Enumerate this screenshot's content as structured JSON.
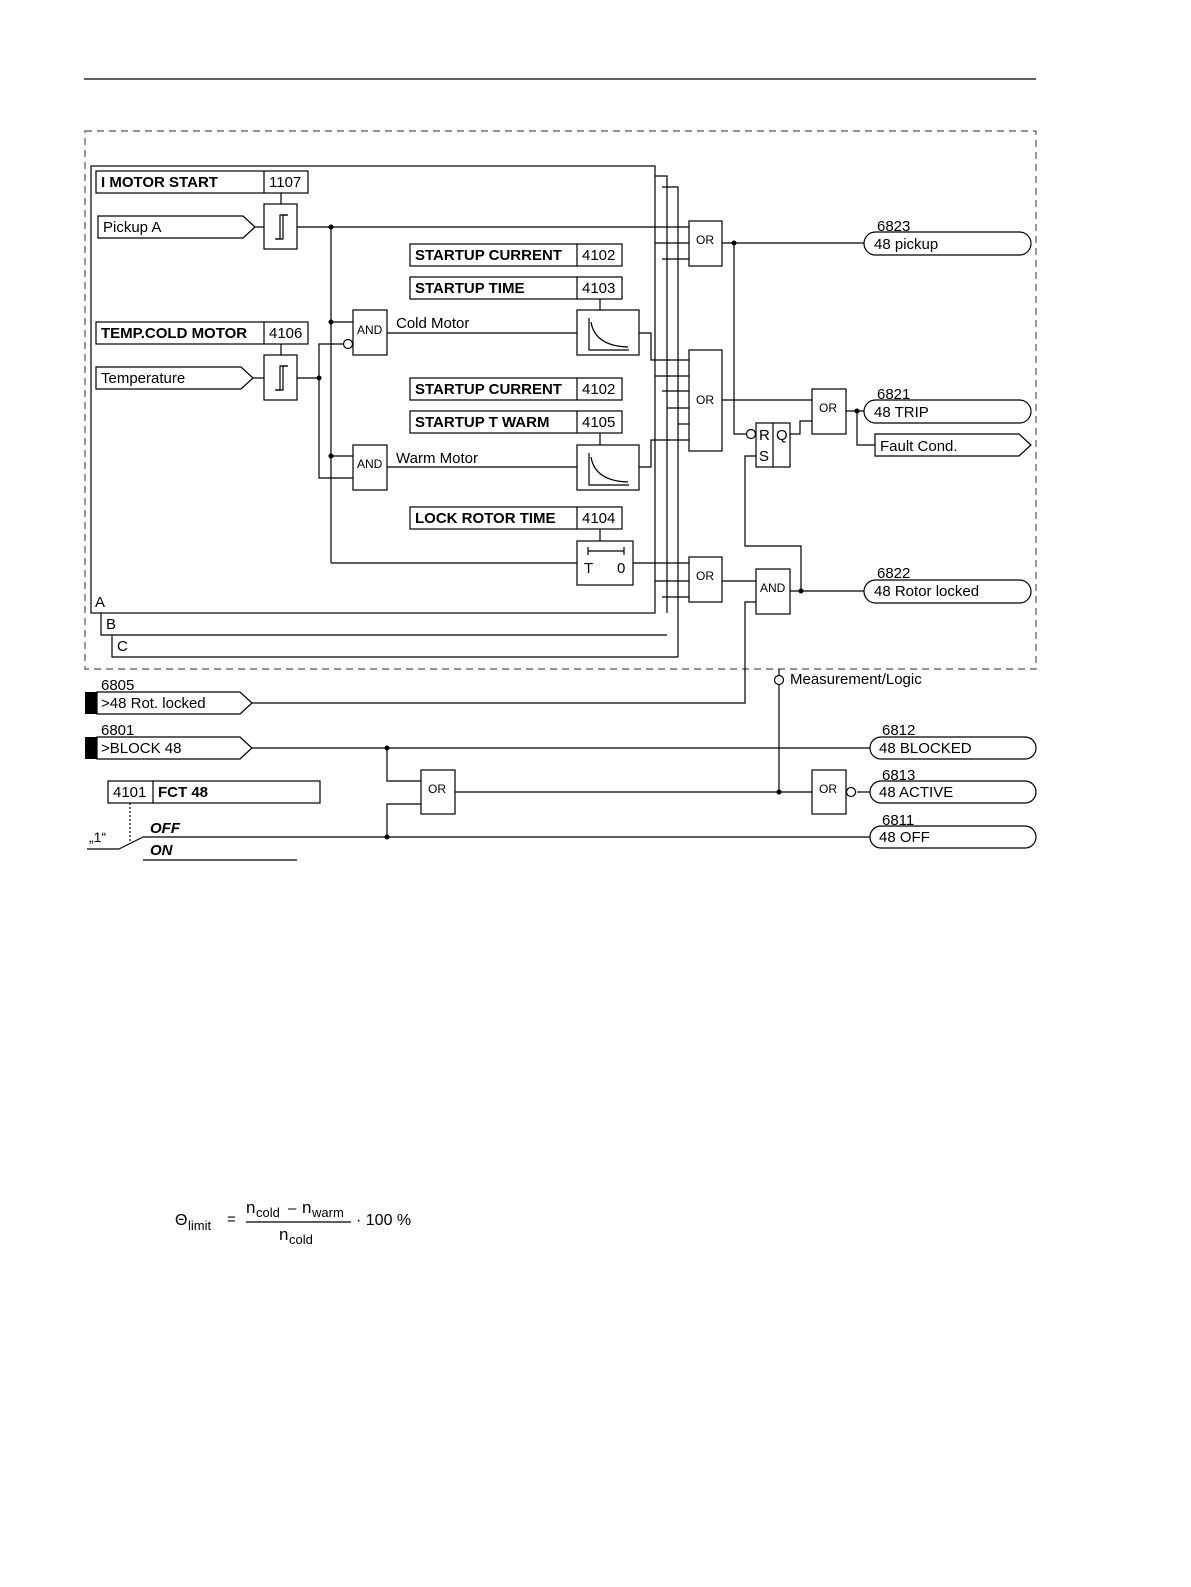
{
  "params": {
    "i_motor_start": {
      "label": "I MOTOR START",
      "addr": "1107"
    },
    "temp_cold_motor": {
      "label": "TEMP.COLD MOTOR",
      "addr": "4106"
    },
    "startup_current_1": {
      "label": "STARTUP CURRENT",
      "addr": "4102"
    },
    "startup_time": {
      "label": "STARTUP TIME",
      "addr": "4103"
    },
    "startup_current_2": {
      "label": "STARTUP CURRENT",
      "addr": "4102"
    },
    "startup_t_warm": {
      "label": "STARTUP T WARM",
      "addr": "4105"
    },
    "lock_rotor_time": {
      "label": "LOCK ROTOR TIME",
      "addr": "4104"
    },
    "fct_48": {
      "label": "FCT 48",
      "addr": "4101"
    }
  },
  "inputs": {
    "pickup_a": "Pickup A",
    "temperature": "Temperature",
    "rot_locked": {
      "num": "6805",
      "label": ">48 Rot. locked"
    },
    "block_48": {
      "num": "6801",
      "label": ">BLOCK 48"
    }
  },
  "signals": {
    "cold_motor": "Cold Motor",
    "warm_motor": "Warm Motor",
    "measurement_logic": "Measurement/Logic",
    "timer_t": "T",
    "timer_0": "0",
    "rs_r": "R",
    "rs_s": "S",
    "rs_q": "Q"
  },
  "gates": {
    "and": "AND",
    "or": "OR"
  },
  "phases": {
    "a": "A",
    "b": "B",
    "c": "C"
  },
  "outputs": {
    "pickup": {
      "num": "6823",
      "label": "48 pickup"
    },
    "trip": {
      "num": "6821",
      "label": "48 TRIP"
    },
    "fault_cond": {
      "label": "Fault Cond."
    },
    "rotor_locked": {
      "num": "6822",
      "label": "48 Rotor locked"
    },
    "blocked": {
      "num": "6812",
      "label": "48 BLOCKED"
    },
    "active": {
      "num": "6813",
      "label": "48 ACTIVE"
    },
    "off": {
      "num": "6811",
      "label": "48 OFF"
    }
  },
  "switch": {
    "one": "„1“",
    "off": "OFF",
    "on": "ON"
  },
  "formula": {
    "theta": "Θ",
    "limit_sub": "limit",
    "equals": "=",
    "n": "n",
    "cold_sub": "cold",
    "minus": "–",
    "warm_sub": "warm",
    "times_100": "· 100 %"
  }
}
